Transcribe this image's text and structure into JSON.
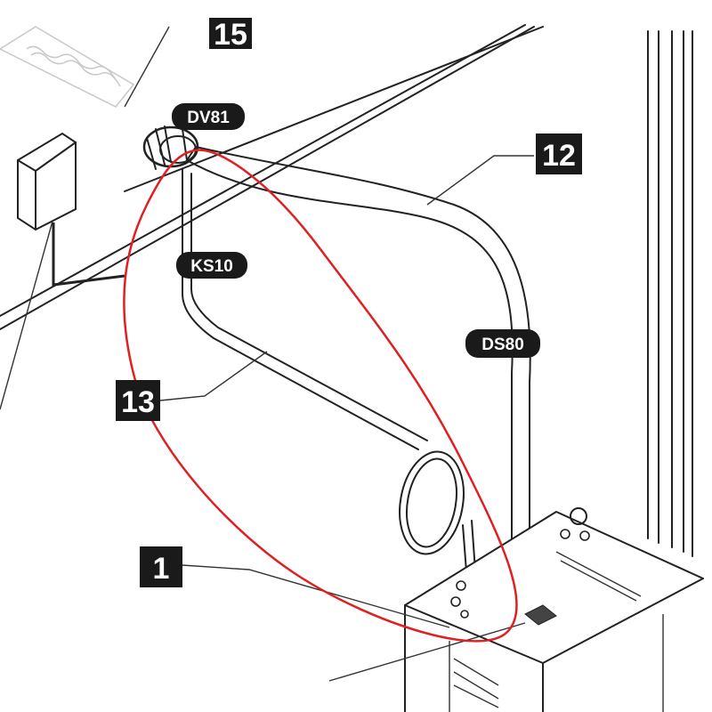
{
  "labels": {
    "dv81": "DV81",
    "ks10": "KS10",
    "ds80": "DS80",
    "part_12": "12",
    "part_13": "13",
    "part_1": "1",
    "part_15": "15"
  },
  "colors": {
    "ink": "#222222",
    "label_fill": "#1a1a1a",
    "annotation": "#e02020"
  }
}
